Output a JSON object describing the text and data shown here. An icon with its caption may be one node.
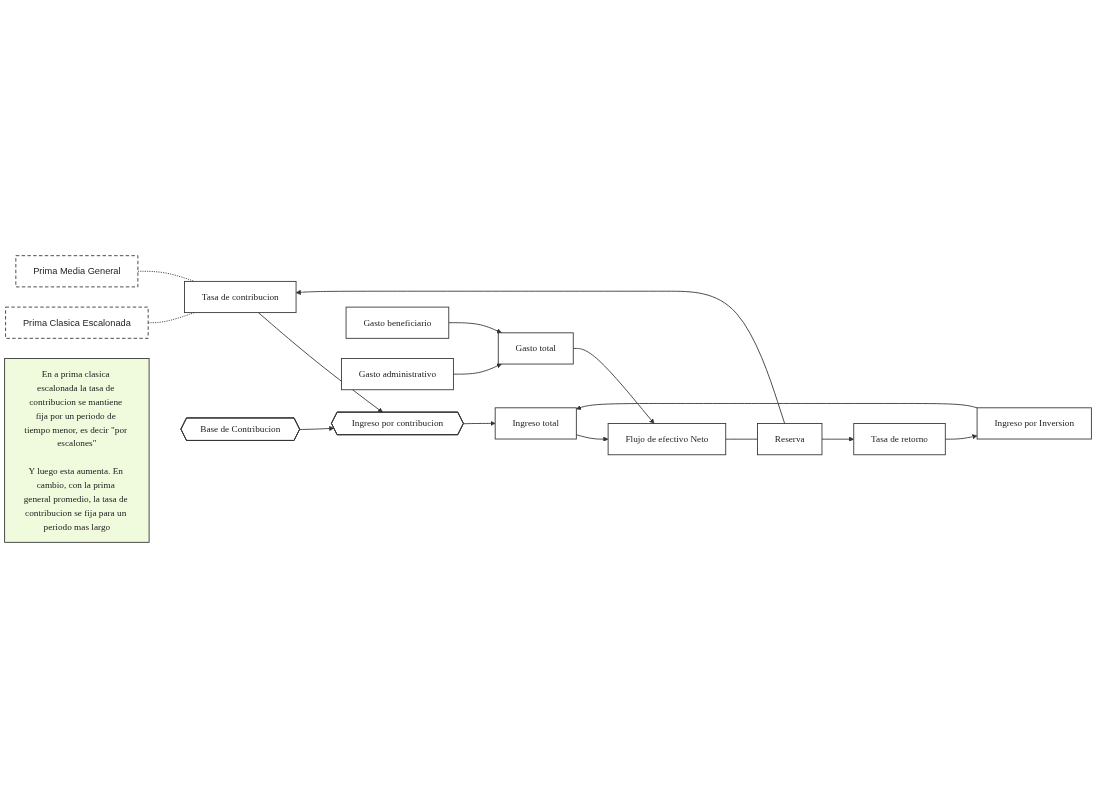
{
  "diagram": {
    "nodes": [
      {
        "text": [
          "Prima Clasica Escalonada"
        ]
      },
      {
        "text": [
          "Tasa de contribucion"
        ]
      },
      {
        "text": [
          "Tasa de retorno"
        ]
      },
      {
        "text": [
          "Prima Media General"
        ]
      },
      {
        "text": [
          "Ingreso por Inversion"
        ]
      },
      {
        "text": [
          "Base de Contribucion"
        ]
      },
      {
        "text": [
          "Ingreso por contribucion"
        ]
      },
      {
        "text": [
          "Ingreso total"
        ]
      },
      {
        "text": [
          "En a prima clasica escalonada la tasa de contribucion se mantiene fija por un periodo de tiempo menor, es decir \"por escalones\"",
          "Y luego esta aumenta. En cambio, con la prima general promedio, la tasa de contribucion se fija para un periodo mas largo"
        ]
      },
      {
        "text": [
          "Flujo de efectivo Neto"
        ]
      },
      {
        "text": [
          "Reserva"
        ]
      },
      {
        "text": [
          "Gasto beneficiario"
        ]
      },
      {
        "text": [
          "Gasto total"
        ]
      },
      {
        "text": [
          "Gasto administrativo"
        ]
      }
    ],
    "edges": [
      {
        "from": 0,
        "to": 1,
        "arrow": "none",
        "style": "dashed"
      },
      {
        "from": 3,
        "to": 1,
        "arrow": "none",
        "style": "dashed"
      },
      {
        "from": 10,
        "to": 1,
        "arrow": "to"
      },
      {
        "from": 10,
        "to": 2,
        "arrow": "to"
      },
      {
        "from": 2,
        "to": 4,
        "arrow": "to"
      },
      {
        "from": 1,
        "to": 6,
        "arrow": "to"
      },
      {
        "from": 4,
        "to": 7,
        "arrow": "to"
      },
      {
        "from": 5,
        "to": 6,
        "arrow": "to"
      },
      {
        "from": 6,
        "to": 7,
        "arrow": "to"
      },
      {
        "from": 7,
        "to": 9,
        "arrow": "to"
      },
      {
        "from": 9,
        "to": 10,
        "arrow": "none"
      },
      {
        "from": 11,
        "to": 12,
        "arrow": "to"
      },
      {
        "from": 13,
        "to": 12,
        "arrow": "to"
      },
      {
        "from": 12,
        "to": 9,
        "arrow": "to"
      }
    ]
  }
}
